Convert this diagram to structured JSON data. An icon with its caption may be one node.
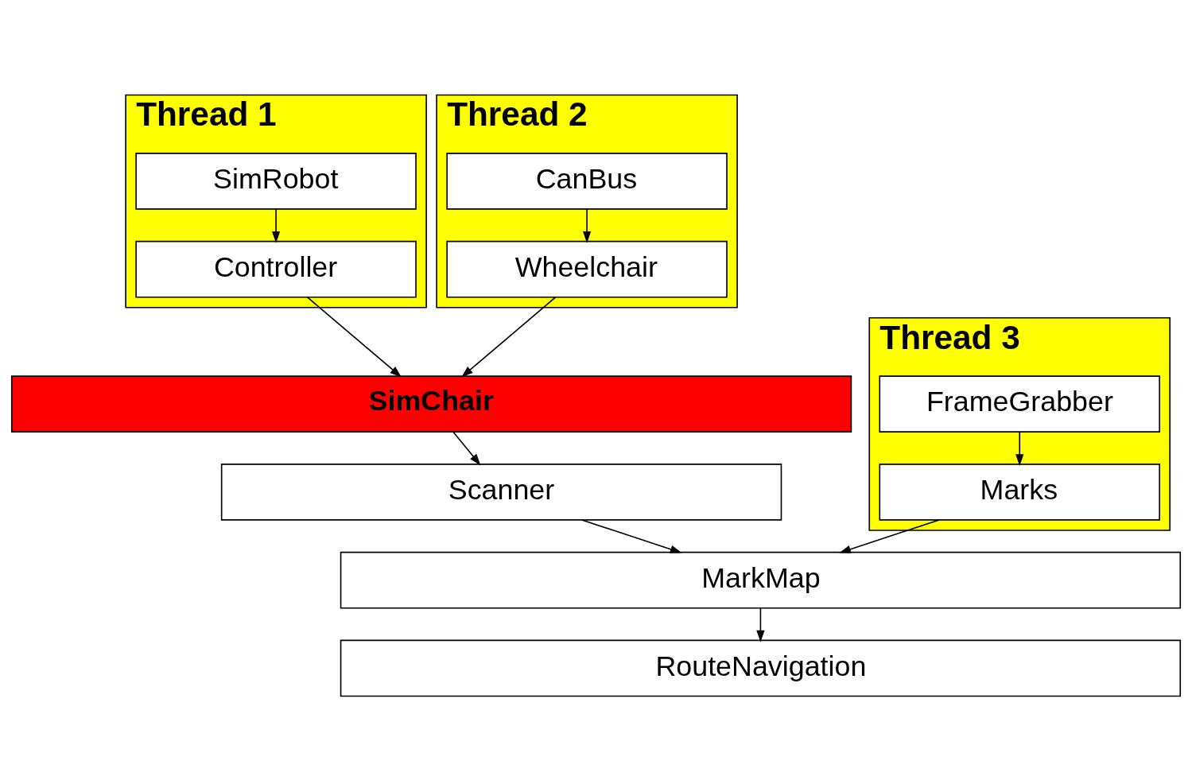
{
  "diagram": {
    "nodes": [
      {
        "text": [
          "Thread 1"
        ]
      },
      {
        "text": [
          "SimRobot"
        ],
        "in": 0
      },
      {
        "text": [
          "Controller"
        ],
        "in": 0
      },
      {
        "text": [
          "Thread 2"
        ]
      },
      {
        "text": [
          "CanBus"
        ],
        "in": 3
      },
      {
        "text": [
          "Wheelchair"
        ],
        "in": 3
      },
      {
        "text": [
          "Thread 3"
        ]
      },
      {
        "text": [
          "FrameGrabber"
        ],
        "in": 6
      },
      {
        "text": [
          "Marks"
        ],
        "in": 6
      },
      {
        "text": [
          "SimChair"
        ]
      },
      {
        "text": [
          "Scanner"
        ]
      },
      {
        "text": [
          "MarkMap"
        ]
      },
      {
        "text": [
          "RouteNavigation"
        ]
      }
    ],
    "edges": [
      {
        "from": 1,
        "to": 2,
        "arrow": "to"
      },
      {
        "from": 2,
        "to": 9,
        "arrow": "to"
      },
      {
        "from": 4,
        "to": 5,
        "arrow": "to"
      },
      {
        "from": 5,
        "to": 9,
        "arrow": "to"
      },
      {
        "from": 7,
        "to": 8,
        "arrow": "to"
      },
      {
        "from": 8,
        "to": 11,
        "arrow": "to"
      },
      {
        "from": 9,
        "to": 10,
        "arrow": "to"
      },
      {
        "from": 10,
        "to": 11,
        "arrow": "to"
      },
      {
        "from": 11,
        "to": 12,
        "arrow": "to"
      }
    ]
  }
}
